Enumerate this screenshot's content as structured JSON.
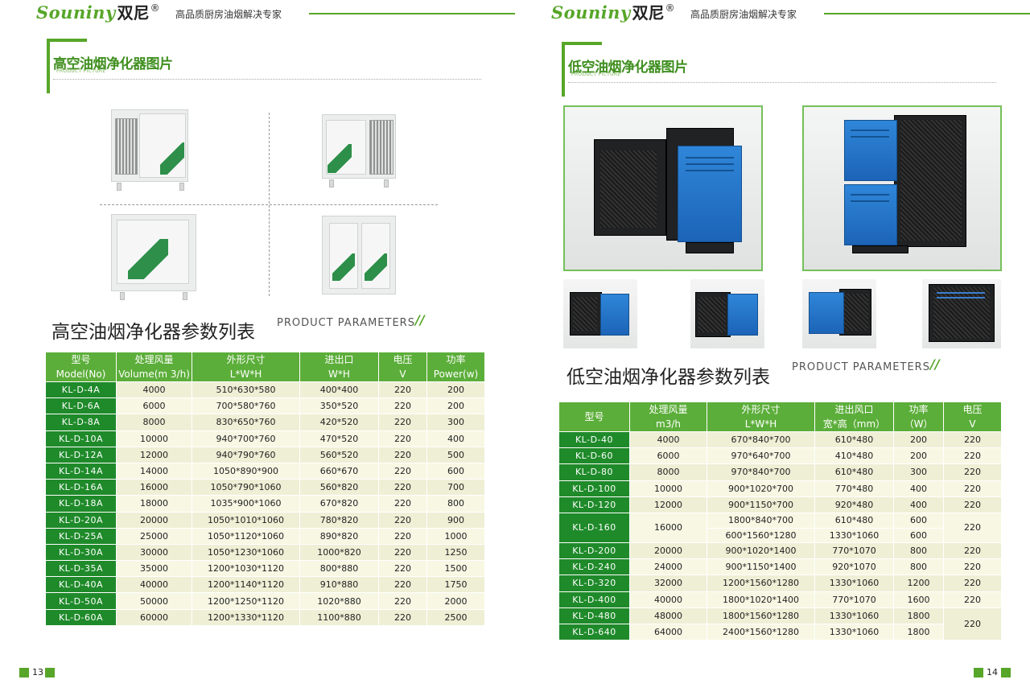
{
  "brand": {
    "name_en": "Souniny",
    "name_cn": "双尼",
    "reg": "®",
    "slogan": "高品质厨房油烟解决专家"
  },
  "left": {
    "section_title": "高空油烟净化器图片",
    "section_sub": "PRODUCT PICTURE",
    "table_title": "高空油烟净化器参数列表",
    "table_sub": "PRODUCT PARAMETERS",
    "table_mark": "//",
    "headers": [
      {
        "cn": "型号",
        "en": "Model(No)"
      },
      {
        "cn": "处理风量",
        "en": "Volume(m 3/h)"
      },
      {
        "cn": "外形尺寸",
        "en": "L*W*H"
      },
      {
        "cn": "进出口",
        "en": "W*H"
      },
      {
        "cn": "电压",
        "en": "V"
      },
      {
        "cn": "功率",
        "en": "Power(w)"
      }
    ],
    "rows": [
      [
        "KL-D-4A",
        "4000",
        "510*630*580",
        "400*400",
        "220",
        "200"
      ],
      [
        "KL-D-6A",
        "6000",
        "700*580*760",
        "350*520",
        "220",
        "200"
      ],
      [
        "KL-D-8A",
        "8000",
        "830*650*760",
        "420*520",
        "220",
        "300"
      ],
      [
        "KL-D-10A",
        "10000",
        "940*700*760",
        "470*520",
        "220",
        "400"
      ],
      [
        "KL-D-12A",
        "12000",
        "940*790*760",
        "560*520",
        "220",
        "500"
      ],
      [
        "KL-D-14A",
        "14000",
        "1050*890*900",
        "660*670",
        "220",
        "600"
      ],
      [
        "KL-D-16A",
        "16000",
        "1050*790*1060",
        "560*820",
        "220",
        "700"
      ],
      [
        "KL-D-18A",
        "18000",
        "1035*900*1060",
        "670*820",
        "220",
        "800"
      ],
      [
        "KL-D-20A",
        "20000",
        "1050*1010*1060",
        "780*820",
        "220",
        "900"
      ],
      [
        "KL-D-25A",
        "25000",
        "1050*1120*1060",
        "890*820",
        "220",
        "1000"
      ],
      [
        "KL-D-30A",
        "30000",
        "1050*1230*1060",
        "1000*820",
        "220",
        "1250"
      ],
      [
        "KL-D-35A",
        "35000",
        "1200*1030*1120",
        "800*880",
        "220",
        "1500"
      ],
      [
        "KL-D-40A",
        "40000",
        "1200*1140*1120",
        "910*880",
        "220",
        "1750"
      ],
      [
        "KL-D-50A",
        "50000",
        "1200*1250*1120",
        "1020*880",
        "220",
        "2000"
      ],
      [
        "KL-D-60A",
        "60000",
        "1200*1330*1120",
        "1100*880",
        "220",
        "2500"
      ]
    ],
    "page_number": "13"
  },
  "right": {
    "section_title": "低空油烟净化器图片",
    "section_sub": "PRODUCT PICTURE",
    "table_title": "低空油烟净化器参数列表",
    "table_sub": "PRODUCT PARAMETERS",
    "table_mark": "//",
    "headers": [
      {
        "cn": "型号",
        "en": ""
      },
      {
        "cn": "处理风量",
        "en": "m3/h"
      },
      {
        "cn": "外形尺寸",
        "en": "L*W*H"
      },
      {
        "cn": "进出风口",
        "en": "宽*高（mm）"
      },
      {
        "cn": "功率",
        "en": "（W）"
      },
      {
        "cn": "电压",
        "en": "V"
      }
    ],
    "rows": [
      {
        "model": "KL-D-40",
        "vol": "4000",
        "dims": [
          "670*840*700"
        ],
        "port": [
          "610*480"
        ],
        "power": [
          "200"
        ],
        "volt": "220"
      },
      {
        "model": "KL-D-60",
        "vol": "6000",
        "dims": [
          "970*640*700"
        ],
        "port": [
          "410*480"
        ],
        "power": [
          "200"
        ],
        "volt": "220"
      },
      {
        "model": "KL-D-80",
        "vol": "8000",
        "dims": [
          "970*840*700"
        ],
        "port": [
          "610*480"
        ],
        "power": [
          "300"
        ],
        "volt": "220"
      },
      {
        "model": "KL-D-100",
        "vol": "10000",
        "dims": [
          "900*1020*700"
        ],
        "port": [
          "770*480"
        ],
        "power": [
          "400"
        ],
        "volt": "220"
      },
      {
        "model": "KL-D-120",
        "vol": "12000",
        "dims": [
          "900*1150*700"
        ],
        "port": [
          "920*480"
        ],
        "power": [
          "400"
        ],
        "volt": "220"
      },
      {
        "model": "KL-D-160",
        "vol": "16000",
        "dims": [
          "1800*840*700",
          "600*1560*1280"
        ],
        "port": [
          "610*480",
          "1330*1060"
        ],
        "power": [
          "600",
          "600"
        ],
        "volt": "220"
      },
      {
        "model": "KL-D-200",
        "vol": "20000",
        "dims": [
          "900*1020*1400"
        ],
        "port": [
          "770*1070"
        ],
        "power": [
          "800"
        ],
        "volt": "220"
      },
      {
        "model": "KL-D-240",
        "vol": "24000",
        "dims": [
          "900*1150*1400"
        ],
        "port": [
          "920*1070"
        ],
        "power": [
          "800"
        ],
        "volt": "220"
      },
      {
        "model": "KL-D-320",
        "vol": "32000",
        "dims": [
          "1200*1560*1280"
        ],
        "port": [
          "1330*1060"
        ],
        "power": [
          "1200"
        ],
        "volt": "220"
      },
      {
        "model": "KL-D-400",
        "vol": "40000",
        "dims": [
          "1800*1020*1400"
        ],
        "port": [
          "770*1070"
        ],
        "power": [
          "1600"
        ],
        "volt": "220"
      },
      {
        "model": "KL-D-480",
        "vol": "48000",
        "dims": [
          "1800*1560*1280"
        ],
        "port": [
          "1330*1060"
        ],
        "power": [
          "1800"
        ],
        "volt": "220"
      },
      {
        "model": "KL-D-640",
        "vol": "64000",
        "dims": [
          "2400*1560*1280"
        ],
        "port": [
          "1330*1060"
        ],
        "power": [
          "1800"
        ],
        "volt": ""
      }
    ],
    "page_number": "14"
  },
  "colors": {
    "brand_green": "#57a629",
    "model_green": "#1f8a2a",
    "header_green": "#5cae3a",
    "cell_beige": "#efefd6",
    "unit_blue": "#2f86d8"
  }
}
